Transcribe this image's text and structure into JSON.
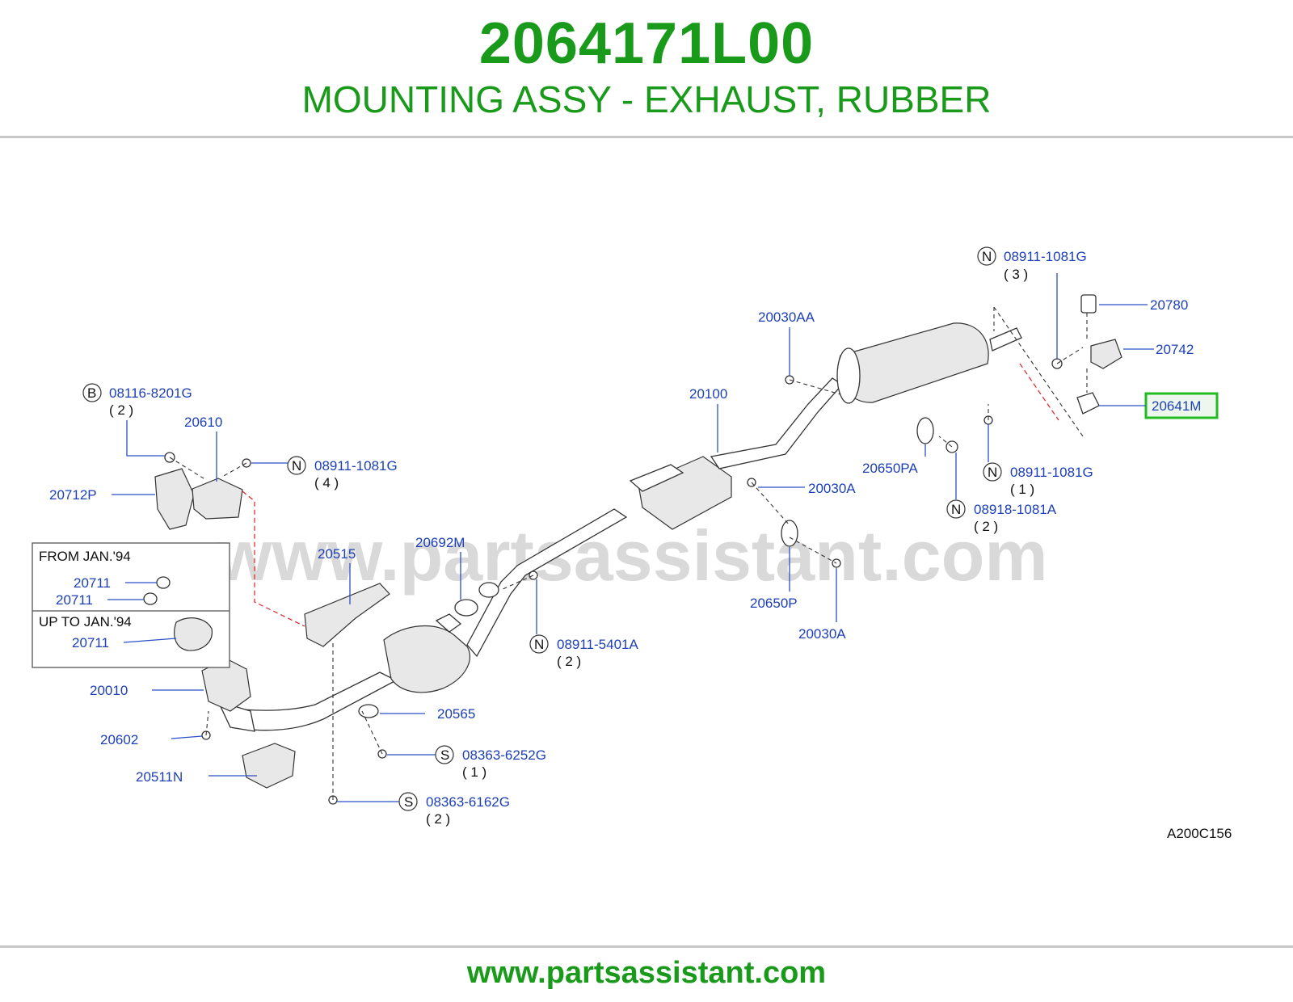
{
  "header": {
    "part_number": "2064171L00",
    "description": "MOUNTING ASSY - EXHAUST, RUBBER"
  },
  "watermark": "www.partsassistant.com",
  "diagram_code": "A200C156",
  "highlight_color": "#22bb22",
  "footer": {
    "url": "www.partsassistant.com"
  },
  "inset": {
    "from_label": "FROM   JAN.'94",
    "upto_label": "UP   TO   JAN.'94"
  },
  "callouts": {
    "n_08911_1081G_top": {
      "badge": "N",
      "code": "08911-1081G",
      "qty": "( 3   )"
    },
    "p20780": "20780",
    "p20742": "20742",
    "p20641M": "20641M",
    "p20030AA": "20030AA",
    "p20100": "20100",
    "p20650PA": "20650PA",
    "n_08911_1081G_right": {
      "badge": "N",
      "code": "08911-1081G",
      "qty": "( 1   )"
    },
    "n_08918_1081A": {
      "badge": "N",
      "code": "08918-1081A",
      "qty": "( 2   )"
    },
    "p20030A_a": "20030A",
    "p20650P": "20650P",
    "p20030A_b": "20030A",
    "b_08116_8201G": {
      "badge": "B",
      "code": "08116-8201G",
      "qty": "( 2   )"
    },
    "p20610": "20610",
    "n_08911_1081G_left": {
      "badge": "N",
      "code": "08911-1081G",
      "qty": "( 4   )"
    },
    "p20712P": "20712P",
    "p20711_a": "20711",
    "p20711_b": "20711",
    "p20711_c": "20711",
    "p20515": "20515",
    "p20692M": "20692M",
    "n_08911_5401A": {
      "badge": "N",
      "code": "08911-5401A",
      "qty": "( 2   )"
    },
    "p20010": "20010",
    "p20565": "20565",
    "p20602": "20602",
    "s_08363_6252G": {
      "badge": "S",
      "code": "08363-6252G",
      "qty": "( 1   )"
    },
    "p20511N": "20511N",
    "s_08363_6162G": {
      "badge": "S",
      "code": "08363-6162G",
      "qty": "( 2   )"
    }
  }
}
